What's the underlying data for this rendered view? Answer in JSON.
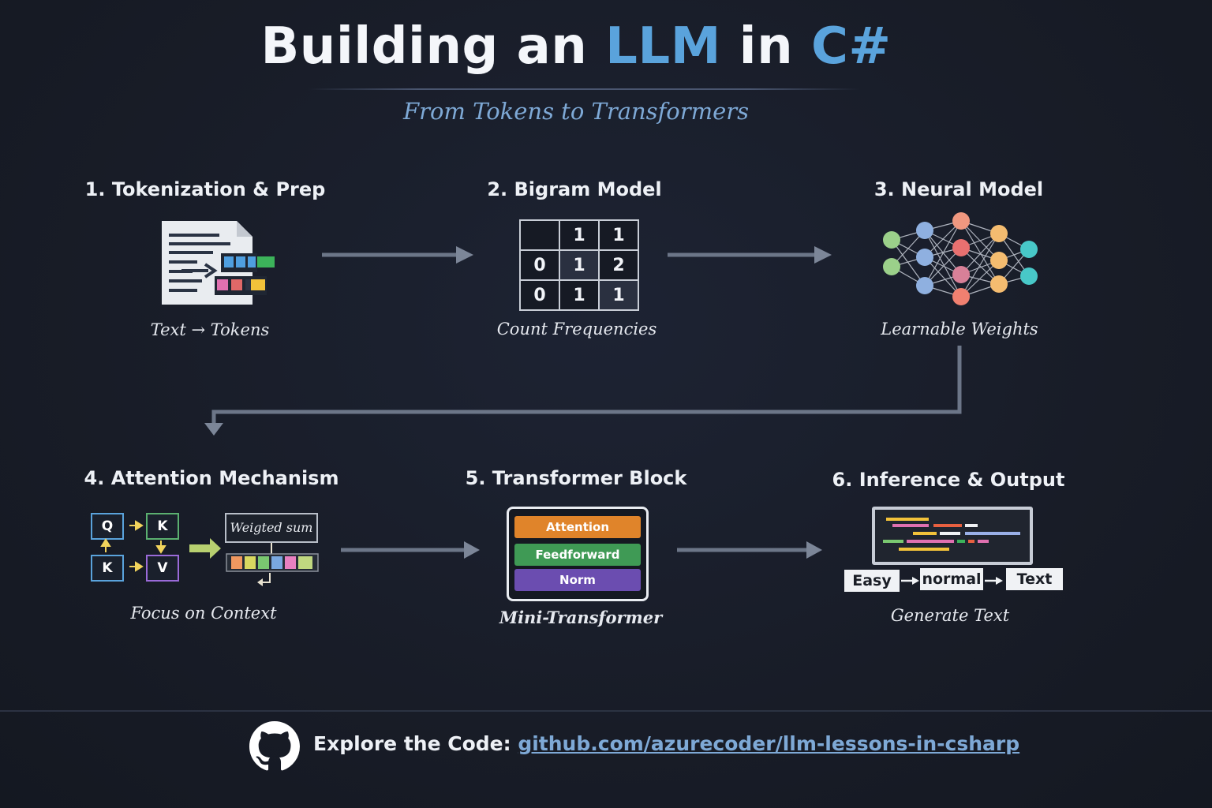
{
  "header": {
    "title_part1": "Building an ",
    "title_hl1": "LLM",
    "title_part2": " in ",
    "title_hl2": "C#",
    "subtitle": "From Tokens to Transformers"
  },
  "steps": [
    {
      "title": "1. Tokenization & Prep",
      "caption": "Text → Tokens"
    },
    {
      "title": "2. Bigram Model",
      "caption": "Count Frequencies"
    },
    {
      "title": "3. Neural Model",
      "caption": "Learnable Weights"
    },
    {
      "title": "4. Attention Mechanism",
      "caption": "Focus on Context"
    },
    {
      "title": "5. Transformer Block",
      "caption": "Mini-Transformer"
    },
    {
      "title": "6. Inference & Output",
      "caption": "Generate Text"
    }
  ],
  "bigram_table": [
    [
      "",
      "1",
      "1"
    ],
    [
      "0",
      "1",
      "2"
    ],
    [
      "0",
      "1",
      "1"
    ]
  ],
  "attention": {
    "q": "Q",
    "k_top": "K",
    "k_bottom": "K",
    "v": "V",
    "weighted_sum": "Weigted sum"
  },
  "transformer": {
    "attention": "Attention",
    "feedforward": "Feedforward",
    "norm": "Norm"
  },
  "output": {
    "tokens": [
      "Easy",
      "normal",
      "Text"
    ]
  },
  "footer": {
    "label": "Explore the Code:",
    "link": "github.com/azurecoder/llm-lessons-in-csharp"
  },
  "colors": {
    "background": "#181c27",
    "accent_blue": "#5aa3dc",
    "subtitle_blue": "#7ea9d6",
    "attention_orange": "#e0842a",
    "feedforward_green": "#3f9a55",
    "norm_purple": "#6b4db0"
  },
  "icons": [
    "document-icon",
    "neural-network-icon",
    "github-icon"
  ]
}
